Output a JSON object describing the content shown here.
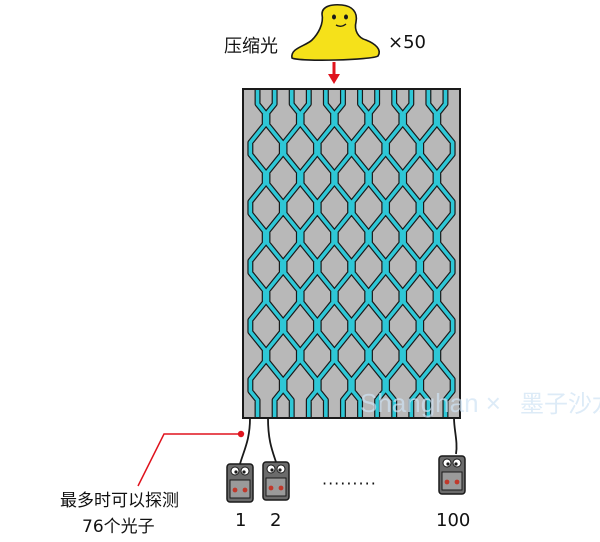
{
  "source": {
    "label": "压缩光",
    "multiplier": "×50"
  },
  "annotation": {
    "line1": "最多时可以探测",
    "line2": "76个光子"
  },
  "detectors": {
    "first": "1",
    "second": "2",
    "last": "100",
    "ellipsis": "·········"
  },
  "watermark": {
    "text": "Shanghan ×",
    "logo_text": "墨子沙龙"
  },
  "colors": {
    "waveguide": "#2ec7d6",
    "chip": "#b8b8b8",
    "arrow": "#e0141e",
    "blob": "#f5e11a",
    "detector": "#6b6b6b",
    "detector_light": "#9a9a9a",
    "outline": "#1a1a1a"
  }
}
